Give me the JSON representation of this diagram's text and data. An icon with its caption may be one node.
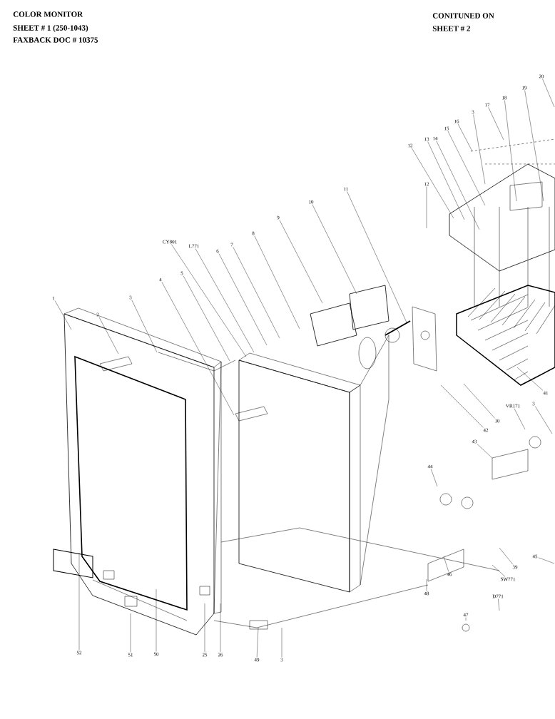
{
  "diagram": {
    "title": "COLOR MONITOR",
    "nodes": [
      {
        "text": [
          "1"
        ]
      },
      {
        "text": [
          "2"
        ]
      },
      {
        "text": [
          "3"
        ]
      },
      {
        "text": [
          "4"
        ]
      },
      {
        "text": [
          "5"
        ]
      },
      {
        "text": [
          "CY801"
        ]
      },
      {
        "text": [
          "L771"
        ]
      },
      {
        "text": [
          "6"
        ]
      },
      {
        "text": [
          "7"
        ]
      },
      {
        "text": [
          "8"
        ]
      },
      {
        "text": [
          "9"
        ]
      },
      {
        "text": [
          "10"
        ]
      },
      {
        "text": [
          "11"
        ]
      },
      {
        "text": [
          "12"
        ]
      },
      {
        "text": [
          "12"
        ]
      },
      {
        "text": [
          "13"
        ]
      },
      {
        "text": [
          "14"
        ]
      },
      {
        "text": [
          "15"
        ]
      },
      {
        "text": [
          "16"
        ]
      },
      {
        "text": [
          "3"
        ]
      },
      {
        "text": [
          "17"
        ]
      },
      {
        "text": [
          "18"
        ]
      },
      {
        "text": [
          "19"
        ]
      },
      {
        "text": [
          "20"
        ]
      },
      {
        "text": [
          "41"
        ]
      },
      {
        "text": [
          "42"
        ]
      },
      {
        "text": [
          "10"
        ]
      },
      {
        "text": [
          "VR171"
        ]
      },
      {
        "text": [
          "3"
        ]
      },
      {
        "text": [
          "43"
        ]
      },
      {
        "text": [
          "44"
        ]
      },
      {
        "text": [
          "45"
        ]
      },
      {
        "text": [
          "39"
        ]
      },
      {
        "text": [
          "SW771"
        ]
      },
      {
        "text": [
          "46"
        ]
      },
      {
        "text": [
          "48"
        ]
      },
      {
        "text": [
          "D771"
        ]
      },
      {
        "text": [
          "47"
        ]
      },
      {
        "text": [
          "52"
        ]
      },
      {
        "text": [
          "51"
        ]
      },
      {
        "text": [
          "50"
        ]
      },
      {
        "text": [
          "25"
        ]
      },
      {
        "text": [
          "26"
        ]
      },
      {
        "text": [
          "49"
        ]
      },
      {
        "text": [
          "3"
        ]
      }
    ],
    "edges": [
      {
        "from": 0,
        "to": null,
        "arrow": "none"
      },
      {
        "from": 1,
        "to": null,
        "arrow": "none"
      },
      {
        "from": 2,
        "to": null,
        "arrow": "none"
      },
      {
        "from": 3,
        "to": null,
        "arrow": "none"
      },
      {
        "from": 4,
        "to": null,
        "arrow": "none"
      },
      {
        "from": 5,
        "to": null,
        "arrow": "none"
      },
      {
        "from": 6,
        "to": null,
        "arrow": "none"
      },
      {
        "from": 7,
        "to": null,
        "arrow": "none"
      },
      {
        "from": 8,
        "to": null,
        "arrow": "none"
      },
      {
        "from": 9,
        "to": null,
        "arrow": "none"
      },
      {
        "from": 10,
        "to": null,
        "arrow": "none"
      },
      {
        "from": 11,
        "to": null,
        "arrow": "none"
      },
      {
        "from": 12,
        "to": null,
        "arrow": "none"
      },
      {
        "from": 13,
        "to": null,
        "arrow": "none"
      },
      {
        "from": 14,
        "to": null,
        "arrow": "none"
      },
      {
        "from": 15,
        "to": null,
        "arrow": "none"
      },
      {
        "from": 16,
        "to": null,
        "arrow": "none"
      },
      {
        "from": 17,
        "to": null,
        "arrow": "none"
      },
      {
        "from": 18,
        "to": null,
        "arrow": "none"
      },
      {
        "from": 19,
        "to": null,
        "arrow": "none"
      },
      {
        "from": 20,
        "to": null,
        "arrow": "none"
      },
      {
        "from": 21,
        "to": null,
        "arrow": "none"
      },
      {
        "from": 22,
        "to": null,
        "arrow": "none"
      },
      {
        "from": 23,
        "to": null,
        "arrow": "none"
      },
      {
        "from": 24,
        "to": null,
        "arrow": "none"
      },
      {
        "from": 25,
        "to": null,
        "arrow": "none"
      },
      {
        "from": 26,
        "to": null,
        "arrow": "none"
      },
      {
        "from": 27,
        "to": null,
        "arrow": "none"
      },
      {
        "from": 28,
        "to": null,
        "arrow": "none"
      },
      {
        "from": 29,
        "to": null,
        "arrow": "none"
      },
      {
        "from": 30,
        "to": null,
        "arrow": "none"
      },
      {
        "from": 31,
        "to": null,
        "arrow": "none"
      },
      {
        "from": 32,
        "to": null,
        "arrow": "none"
      },
      {
        "from": 33,
        "to": null,
        "arrow": "none"
      },
      {
        "from": 34,
        "to": null,
        "arrow": "none"
      },
      {
        "from": 35,
        "to": null,
        "arrow": "none"
      },
      {
        "from": 36,
        "to": null,
        "arrow": "none"
      },
      {
        "from": 37,
        "to": null,
        "arrow": "none"
      },
      {
        "from": 38,
        "to": null,
        "arrow": "none"
      },
      {
        "from": 39,
        "to": null,
        "arrow": "none"
      },
      {
        "from": 40,
        "to": null,
        "arrow": "none"
      },
      {
        "from": 41,
        "to": null,
        "arrow": "none"
      },
      {
        "from": 42,
        "to": null,
        "arrow": "none"
      },
      {
        "from": 43,
        "to": null,
        "arrow": "none"
      },
      {
        "from": 44,
        "to": null,
        "arrow": "none"
      }
    ],
    "labels": [
      "SHEET # 1  (250-1043)",
      "FAXBACK DOC # 10375",
      "CONITUNED ON",
      "SHEET # 2"
    ]
  }
}
